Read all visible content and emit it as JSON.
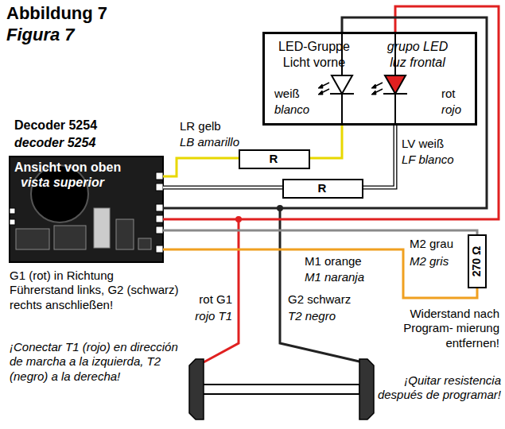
{
  "diagram": {
    "title": "Abbildung 7",
    "nodes": [
      {
        "text": [
          "LED-Gruppe Licht vorne",
          "grupo LED luz frontal",
          "weiß",
          "blanco",
          "rot",
          "rojo"
        ]
      },
      {
        "text": [
          "Decoder 5254",
          "decoder 5254",
          "Ansicht von oben",
          "vista superior"
        ]
      },
      {
        "text": [
          "R"
        ]
      },
      {
        "text": [
          "R"
        ]
      },
      {
        "text": [
          "270 Ω"
        ]
      }
    ],
    "edges": [
      {
        "from": 1,
        "to": 2,
        "arrow": "none"
      },
      {
        "from": 2,
        "to": 0,
        "arrow": "none"
      },
      {
        "from": 1,
        "to": 3,
        "arrow": "none"
      },
      {
        "from": 3,
        "to": 0,
        "arrow": "none"
      },
      {
        "from": 1,
        "to": 0,
        "arrow": "none"
      },
      {
        "from": 1,
        "to": 0,
        "arrow": "none"
      },
      {
        "from": 1,
        "to": 4,
        "arrow": "none"
      },
      {
        "from": 1,
        "to": 4,
        "arrow": "none"
      }
    ],
    "labels": [
      "Figura 7",
      "LR gelb",
      "LB amarillo",
      "LV weiß",
      "LF blanco",
      "M2 grau",
      "M2 gris",
      "M1 orange",
      "M1 naranja",
      "G1 (rot) in Richtung Führerstand links, G2 (schwarz) rechts anschließen!",
      "rot G1",
      "rojo T1",
      "G2 schwarz",
      "T2 negro",
      "Widerstand nach Program- mierung entfernen!",
      "¡Conectar T1 (rojo) en dirección de marcha a la izquierda, T2 (negro) a la derecha!",
      "¡Quitar resistencia después de programar!"
    ]
  }
}
